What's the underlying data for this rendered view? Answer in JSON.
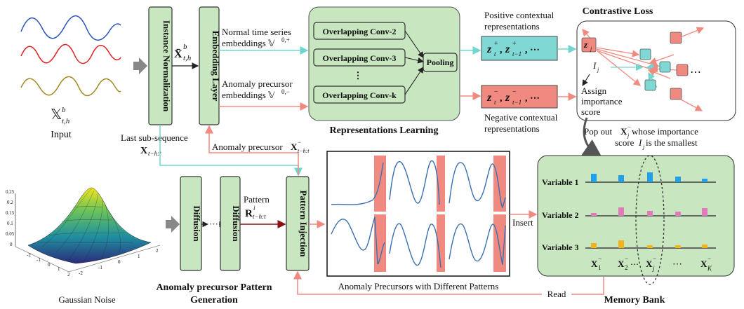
{
  "input": {
    "symbol": "𝕏",
    "sup": "b",
    "sub": "t,h",
    "label": "Input"
  },
  "instance_norm": {
    "label": "Instance Normalization"
  },
  "norm_out": {
    "symbol": "X̄",
    "sup": "b",
    "sub": "t,h"
  },
  "embedding_layer": {
    "label": "Embedding Layer"
  },
  "normal_embed": {
    "line1": "Normal time series",
    "line2": "embeddings 𝕍",
    "sup": "0,+"
  },
  "anomaly_embed": {
    "line1": "Anomaly precursor",
    "line2": "embeddings 𝕍",
    "sup": "0,−"
  },
  "rep_learning": {
    "title": "Representations Learning",
    "convs": [
      "Overlapping Conv-2",
      "Overlapping Conv-3",
      "⋮",
      "Overlapping Conv-k"
    ],
    "pooling": "Pooling"
  },
  "positive": {
    "label1": "Positive contextual",
    "label2": "representations",
    "z1": "z",
    "z1_sup": "+",
    "z1_sub": "t",
    "z2": "z",
    "z2_sup": "+",
    "z2_sub": "t−1",
    "ellipsis": ", ⋯"
  },
  "negative": {
    "label1": "Negative contextual",
    "label2": "representations",
    "z1": "z",
    "z1_sup": "−",
    "z1_sub": "t",
    "z2": "z",
    "z2_sup": "−",
    "z2_sub": "t−1",
    "ellipsis": ", ⋯"
  },
  "contrastive": {
    "title": "Contrastive Loss",
    "zj": "z",
    "zj_sub": "j",
    "ij": "I",
    "ij_sub": "j",
    "dots": "⋯",
    "assign1": "Assign",
    "assign2": "importance",
    "assign3": "score"
  },
  "popout": {
    "line1a": "Pop out ",
    "X": "X",
    "Xsub": "j",
    "Xsup": "−",
    "line1b": " whose importance",
    "line2a": "score ",
    "I": "I",
    "Isub": "j",
    "line2b": " is the smallest"
  },
  "last_sub": {
    "label": "Last sub-sequence",
    "X": "X",
    "sub": "t−h:t"
  },
  "anomaly_precursor": {
    "label": "Anomaly precursor ",
    "X": "X",
    "sup": "−",
    "sub": "t−h:t"
  },
  "gaussian": {
    "label": "Gaussian Noise",
    "yticks": [
      "0.25",
      "0.2",
      "0.15",
      "0.1",
      "0.05",
      "0"
    ],
    "xticks": [
      "-2",
      "-1",
      "0",
      "1",
      "2"
    ],
    "yticks2": [
      "-2",
      "-1",
      "0",
      "1",
      "2"
    ]
  },
  "diffusion": {
    "label1": "Diffusion",
    "dots": "···",
    "label2": "Diffusion"
  },
  "pattern": {
    "label": "Pattern",
    "R": "R",
    "sup": "i",
    "sub": "t−h:t"
  },
  "generation": {
    "line1": "Anomaly precursor Pattern",
    "line2": "Generation"
  },
  "pattern_injection": {
    "label": "Pattern Injection"
  },
  "precursors": {
    "label": "Anomaly Precursors with Different Patterns"
  },
  "insert": "Insert",
  "read": "Read",
  "memory_bank": {
    "title": "Memory Bank",
    "variables": [
      "Variable 1",
      "Variable 2",
      "Variable 3"
    ],
    "cols": [
      {
        "X": "X",
        "sup": "−",
        "sub": "1"
      },
      {
        "X": "X",
        "sup": "−",
        "sub": "2"
      },
      {
        "X": "X",
        "sup": "−",
        "sub": "j"
      },
      {
        "X": "X",
        "sup": "−",
        "sub": "K"
      }
    ],
    "dots1": "⋯",
    "dots2": "⋯"
  },
  "colors": {
    "green": "#c8e6c0",
    "teal": "#7fd8d4",
    "salmon": "#f08a80",
    "pos_arrow": "#72d6d0",
    "neg_arrow": "#f08a80",
    "dark_red": "#8b1010",
    "bar_blue": "#22a0e6",
    "bar_pink": "#e07ab8",
    "bar_yellow": "#f2b21a"
  }
}
